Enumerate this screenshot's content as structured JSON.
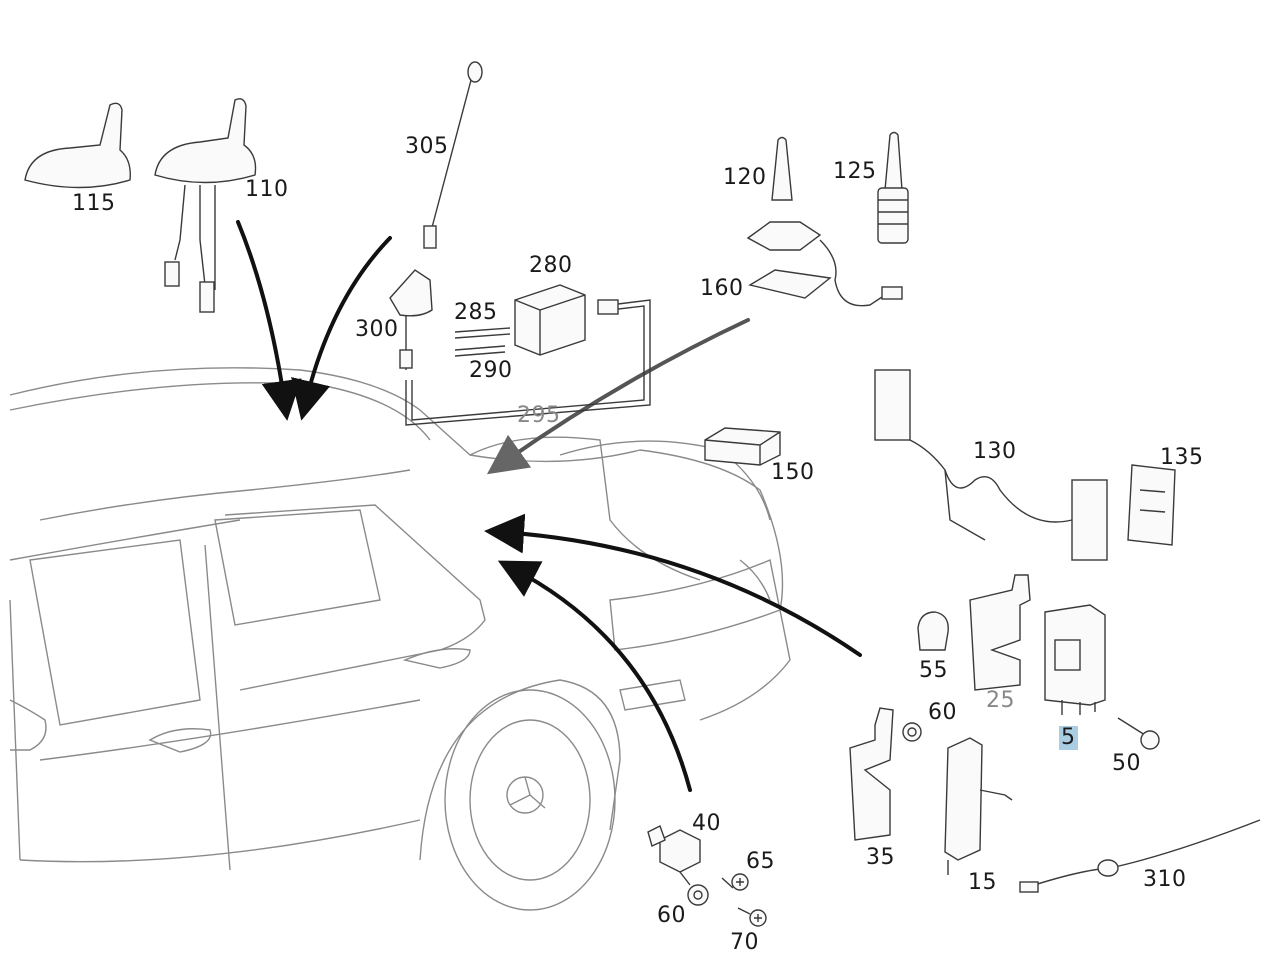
{
  "diagram": {
    "highlight_color": "#a9cde3",
    "labels": {
      "p115": "115",
      "p110": "110",
      "p305": "305",
      "p120": "120",
      "p125": "125",
      "p280": "280",
      "p160": "160",
      "p285": "285",
      "p300": "300",
      "p290": "290",
      "p295": "295",
      "p150": "150",
      "p130": "130",
      "p135": "135",
      "p55": "55",
      "p25": "25",
      "p60a": "60",
      "p5": "5",
      "p50": "50",
      "p40": "40",
      "p65": "65",
      "p35": "35",
      "p15": "15",
      "p310": "310",
      "p60b": "60",
      "p70": "70"
    }
  }
}
